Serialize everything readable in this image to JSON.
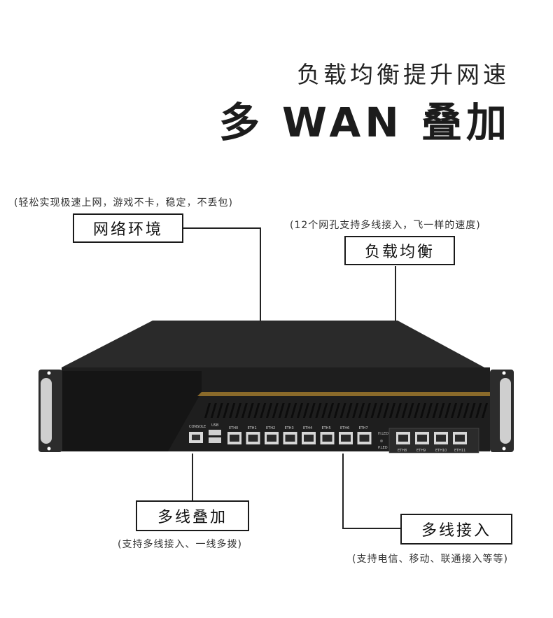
{
  "header": {
    "subtitle": "负载均衡提升网速",
    "title": "多 WAN 叠加"
  },
  "callouts": {
    "network": {
      "note": "(轻松实现极速上网，游戏不卡，稳定，不丢包)",
      "label": "网络环境"
    },
    "balance": {
      "note": "(12个网孔支持多线接入，飞一样的速度)",
      "label": "负载均衡"
    },
    "stack": {
      "label": "多线叠加",
      "note": "(支持多线接入、一线多拨)"
    },
    "access": {
      "label": "多线接入",
      "note": "(支持电信、移动、联通接入等等)"
    }
  },
  "device": {
    "console_label": "CONSOLE",
    "usb_label": "USB",
    "ports_left": [
      "ETH0",
      "ETH1",
      "ETH2",
      "ETH3",
      "ETH4",
      "ETH5",
      "ETH6",
      "ETH7"
    ],
    "ports_right": [
      "ETH8",
      "ETH9",
      "ETH10",
      "ETH11"
    ],
    "led_h": "H.LED",
    "led_p": "P.LED",
    "accent_color": "#8a6a2a",
    "body_color": "#1f1f1f"
  }
}
